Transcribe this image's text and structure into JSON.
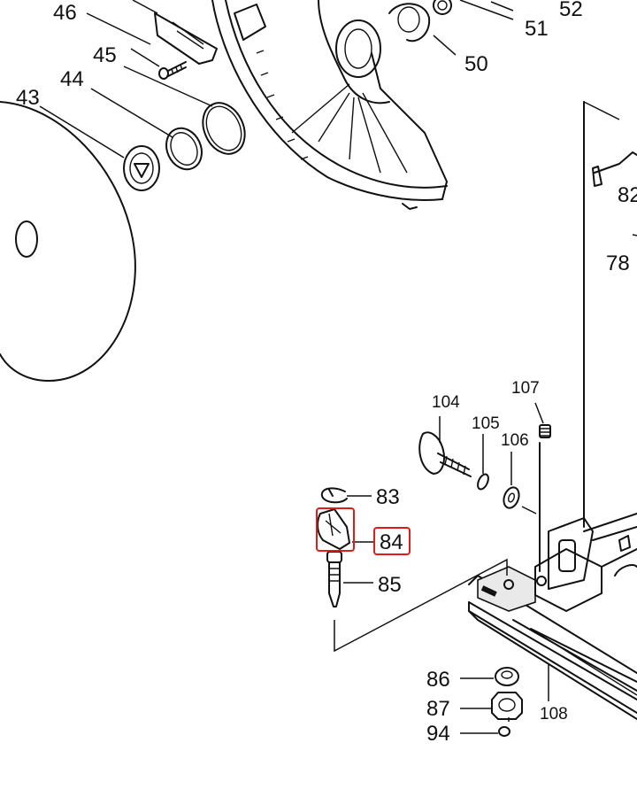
{
  "diagram": {
    "title": "",
    "highlight_color": "#e11a1a",
    "part_labels": {
      "p43": "43",
      "p44": "44",
      "p45": "45",
      "p46": "46",
      "p50": "50",
      "p51": "51",
      "p52": "52",
      "p78": "78",
      "p82": "82",
      "p83": "83",
      "p84": "84",
      "p85": "85",
      "p86": "86",
      "p87": "87",
      "p94": "94",
      "p104": "104",
      "p105": "105",
      "p106": "106",
      "p107": "107",
      "p108": "108"
    },
    "highlighted_part": "84"
  }
}
